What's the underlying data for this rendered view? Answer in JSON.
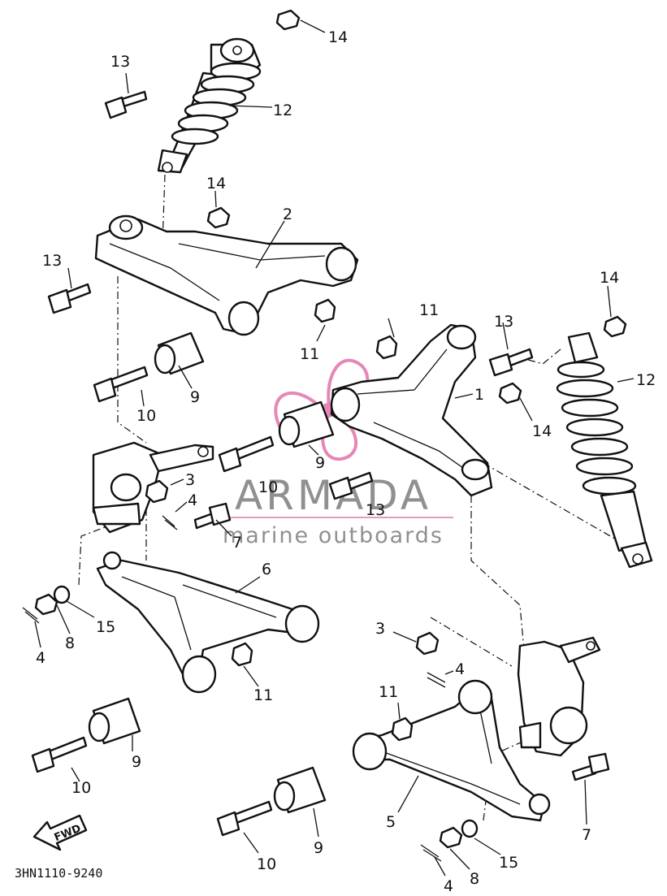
{
  "diagram": {
    "code": "3HN1110-9240",
    "fwd_label": "FWD",
    "callouts": [
      "1",
      "2",
      "3",
      "4",
      "5",
      "6",
      "7",
      "8",
      "9",
      "10",
      "11",
      "12",
      "13",
      "14",
      "15"
    ]
  },
  "watermark": {
    "brand": "ARMADA",
    "tagline": "marine outboards",
    "colors": {
      "text": "#7d7d7d",
      "rule": "#e79ac0",
      "emblem": "#e06aa6"
    }
  }
}
